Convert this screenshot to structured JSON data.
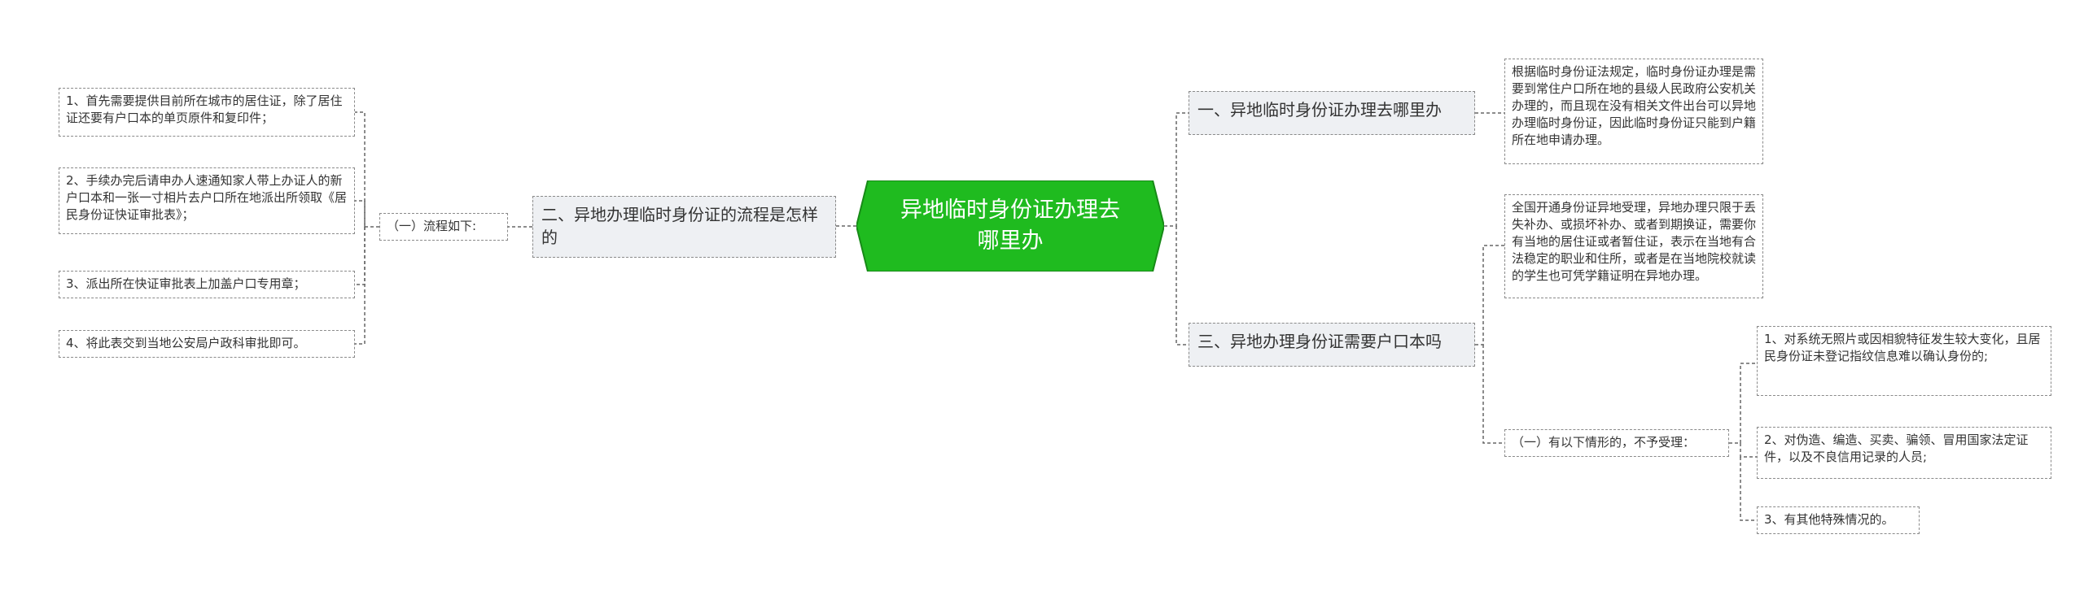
{
  "mindmap": {
    "center": "异地临时身份证办理去哪里办",
    "right": [
      {
        "label": "一、异地临时身份证办理去哪里办",
        "detail": "根据临时身份证法规定，临时身份证办理是需要到常住户口所在地的县级人民政府公安机关办理的，而且现在没有相关文件出台可以异地办理临时身份证，因此临时身份证只能到户籍所在地申请办理。"
      },
      {
        "label": "三、异地办理身份证需要户口本吗",
        "detail": "全国开通身份证异地受理，异地办理只限于丢失补办、或损坏补办、或者到期换证，需要你有当地的居住证或者暂住证，表示在当地有合法稳定的职业和住所，或者是在当地院校就读的学生也可凭学籍证明在异地办理。",
        "sub": {
          "label": "（一）有以下情形的，不予受理：",
          "items": [
            "1、对系统无照片或因相貌特征发生较大变化，且居民身份证未登记指纹信息难以确认身份的;",
            "2、对伪造、编造、买卖、骗领、冒用国家法定证件，以及不良信用记录的人员;",
            "3、有其他特殊情况的。"
          ]
        }
      }
    ],
    "left": {
      "label": "二、异地办理临时身份证的流程是怎样的",
      "sub": {
        "label": "（一）流程如下:",
        "items": [
          "1、首先需要提供目前所在城市的居住证，除了居住证还要有户口本的单页原件和复印件；",
          "2、手续办完后请申办人速通知家人带上办证人的新户口本和一张一寸相片去户口所在地派出所领取《居民身份证快证审批表》；",
          "3、派出所在快证审批表上加盖户口专用章；",
          "4、将此表交到当地公安局户政科审批即可。"
        ]
      }
    },
    "colors": {
      "center_fill": "#1fbb1f",
      "center_border": "#178a17",
      "line": "#666666",
      "branch_fill": "#eef0f3"
    }
  }
}
